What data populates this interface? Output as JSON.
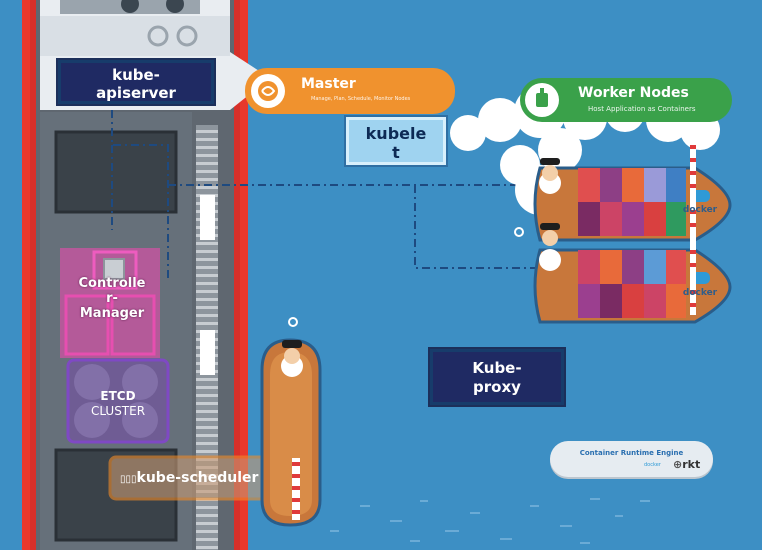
{
  "labels": {
    "kube_apiserver": "kube-\napiserver",
    "kubelet": "kubele\nt",
    "controller_manager": "Controlle\nr-\nManager",
    "etcd_title": "ETCD",
    "etcd_sub": "CLUSTER",
    "kube_proxy": "Kube-\nproxy",
    "kube_scheduler": "kube-scheduler",
    "scheduler_prefix": "▯▯▯"
  },
  "master": {
    "title": "Master",
    "subtitle": "Manage, Plan, Schedule, Monitor Nodes"
  },
  "workers": {
    "title": "Worker Nodes",
    "subtitle": "Host Application as Containers"
  },
  "runtime": {
    "title": "Container Runtime Engine",
    "docker_small": "docker",
    "rkt": "rkt"
  },
  "ships": {
    "docker_label_1": "docker",
    "docker_label_2": "docker"
  },
  "colors": {
    "sea": "#3d8fc4",
    "master_orange": "#f0922e",
    "worker_green": "#3aa14a",
    "label_navy": "#1f2a63",
    "controller_pink": "#d94aa6",
    "etcd_purple": "#7a4fb5",
    "scheduler_orange": "#f28c28"
  }
}
